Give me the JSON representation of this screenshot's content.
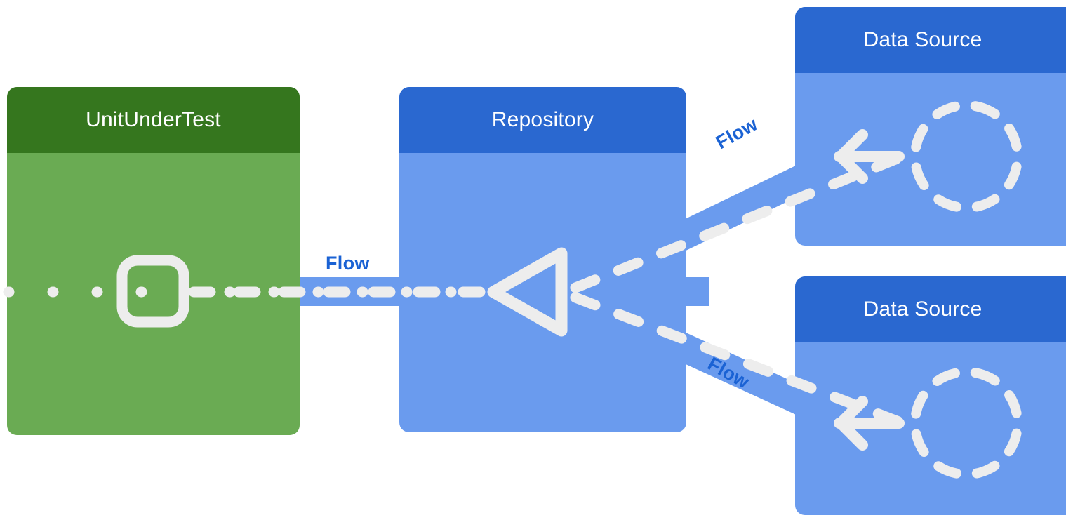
{
  "diagram": {
    "type": "component-flow-diagram",
    "background": "#ffffff",
    "palette": {
      "green_header": "#35761e",
      "green_body": "#6aab53",
      "blue_header": "#2a68d0",
      "blue_body": "#6a9bee",
      "connector_band": "#6a9bee",
      "dash_white": "#ededed",
      "label_blue": "#1a62d4",
      "title_text": "#ffffff"
    },
    "nodes": [
      {
        "id": "unit-under-test",
        "title": "UnitUnderTest",
        "header_color": "#35761e",
        "body_color": "#6aab53",
        "glyph": "rounded-square-outline"
      },
      {
        "id": "repository",
        "title": "Repository",
        "header_color": "#2a68d0",
        "body_color": "#6a9bee",
        "glyph": "left-triangle-outline"
      },
      {
        "id": "data-source-top",
        "title": "Data Source",
        "header_color": "#2a68d0",
        "body_color": "#6a9bee",
        "glyph": "dashed-circle-with-left-arrow"
      },
      {
        "id": "data-source-bottom",
        "title": "Data Source",
        "header_color": "#2a68d0",
        "body_color": "#6a9bee",
        "glyph": "dashed-circle-with-left-arrow"
      }
    ],
    "edges": [
      {
        "id": "edge-main",
        "label": "Flow",
        "from": "repository",
        "to": "unit-under-test",
        "style": "dashed-band",
        "direction": "right-to-left"
      },
      {
        "id": "edge-top",
        "label": "Flow",
        "from": "data-source-top",
        "to": "repository",
        "style": "dashed-band",
        "direction": "right-to-left"
      },
      {
        "id": "edge-bottom",
        "label": "Flow",
        "from": "data-source-bottom",
        "to": "repository",
        "style": "dashed-band",
        "direction": "right-to-left"
      }
    ],
    "labels": {
      "flow_main": "Flow",
      "flow_top": "Flow",
      "flow_bottom": "Flow"
    }
  }
}
